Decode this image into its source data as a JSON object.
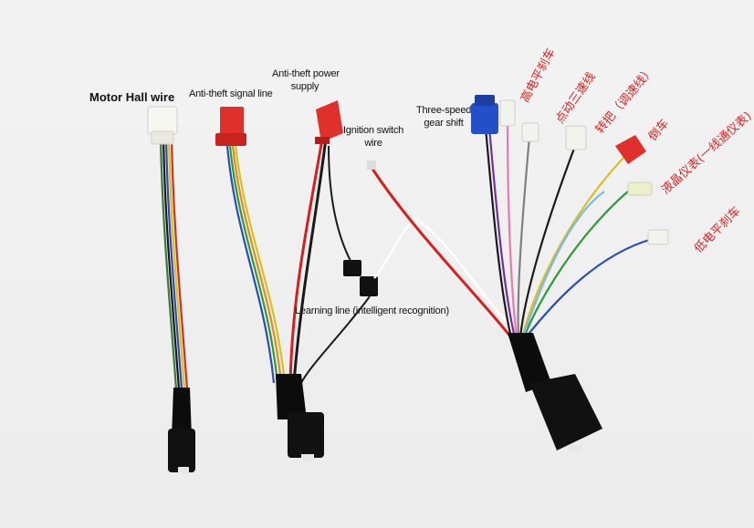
{
  "labels": {
    "motor_hall": "Motor Hall wire",
    "antitheft_signal": "Anti-theft signal line",
    "antitheft_power_1": "Anti-theft power",
    "antitheft_power_2": "supply",
    "ignition_1": "Ignition switch",
    "ignition_2": "wire",
    "three_speed_1": "Three-speed",
    "three_speed_2": "gear shift",
    "learning": "Learning line (intelligent recognition)"
  },
  "cn_labels": {
    "high_brake": "高电平刹车",
    "jog_three": "点动三速线",
    "throttle": "转把（调速线）",
    "reverse": "倒车",
    "lcd_meter": "液晶仪表(一线通仪表)",
    "low_brake": "低电平刹车"
  },
  "colors": {
    "label_red": "#e02020",
    "connector_red": "#e0302c",
    "connector_blue": "#2350c8",
    "connector_black": "#0c0c0c"
  }
}
